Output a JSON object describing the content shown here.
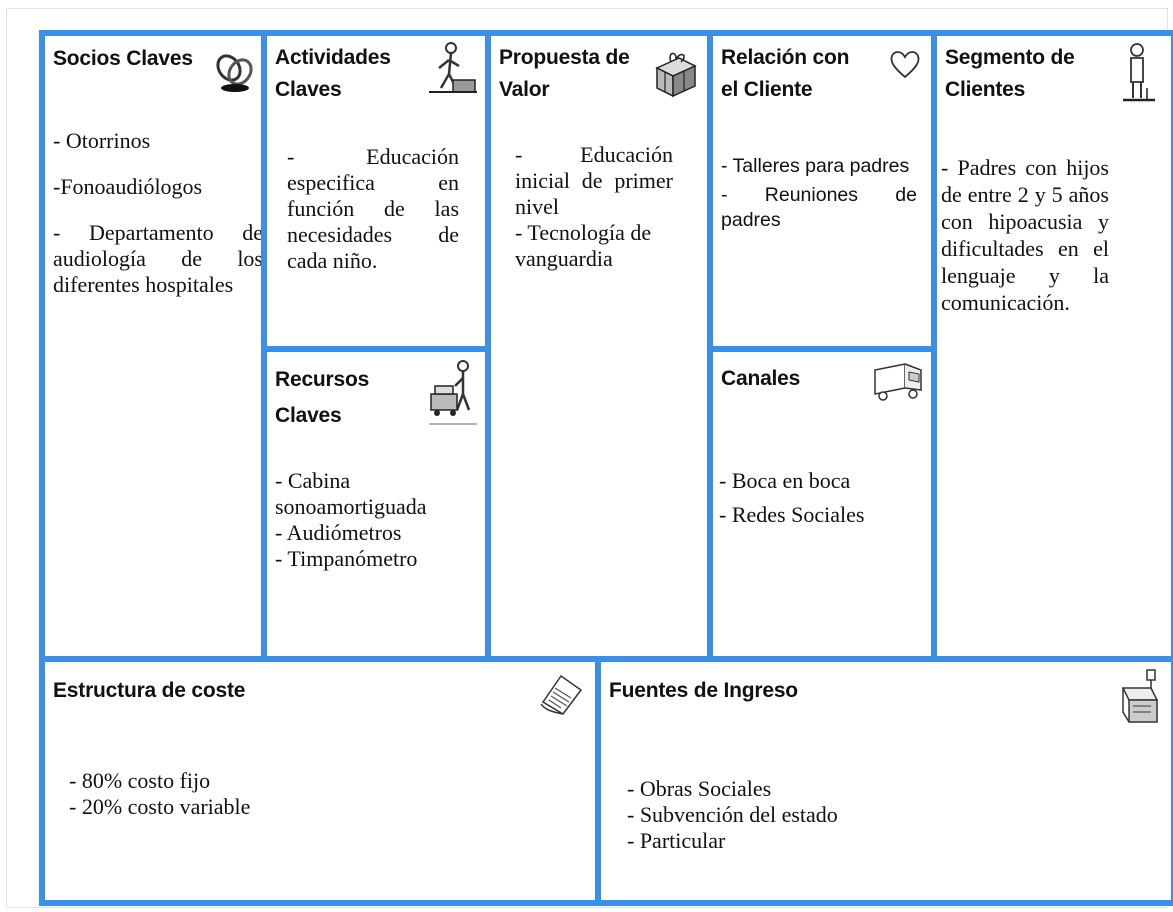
{
  "canvas": {
    "border_color": "#3a8fe8",
    "blocks": {
      "socios": {
        "title": "Socios Claves",
        "icon": "chain-link-icon",
        "items": [
          "- Otorrinos",
          "-Fonoaudiólogos",
          "- Departamento de audiología de los diferentes hospitales"
        ]
      },
      "actividades": {
        "title_line1": "Actividades",
        "title_line2": "Claves",
        "icon": "person-working-icon",
        "items": [
          "- Educación especifica en función de las necesidades de cada niño."
        ]
      },
      "propuesta": {
        "title_line1": "Propuesta de",
        "title_line2": "Valor",
        "icon": "gift-icon",
        "items": [
          "- Educación inicial de primer nivel",
          "- Tecnología de vanguardia"
        ]
      },
      "relacion": {
        "title_line1": "Relación con",
        "title_line2": "el Cliente",
        "icon": "heart-icon",
        "items": [
          "- Talleres para padres",
          "- Reuniones de padres"
        ]
      },
      "segmento": {
        "title_line1": "Segmento de",
        "title_line2": "Clientes",
        "icon": "person-standing-icon",
        "items": [
          "- Padres con hijos de entre 2 y 5 años con hipoacusia y dificultades en el lenguaje y la comunicación."
        ]
      },
      "recursos": {
        "title_line1": "Recursos",
        "title_line2": "Claves",
        "icon": "worker-with-cart-icon",
        "items": [
          "- Cabina sonoamortiguada",
          "- Audiómetros",
          "- Timpanómetro"
        ]
      },
      "canales": {
        "title": "Canales",
        "icon": "delivery-truck-icon",
        "items": [
          "- Boca en boca",
          "- Redes Sociales"
        ]
      },
      "estructura": {
        "title": "Estructura de coste",
        "icon": "document-icon",
        "items": [
          "- 80% costo fijo",
          "- 20% costo variable"
        ]
      },
      "fuentes": {
        "title": "Fuentes de Ingreso",
        "icon": "cash-register-icon",
        "items": [
          "- Obras Sociales",
          "- Subvención del estado",
          "- Particular"
        ]
      }
    }
  }
}
